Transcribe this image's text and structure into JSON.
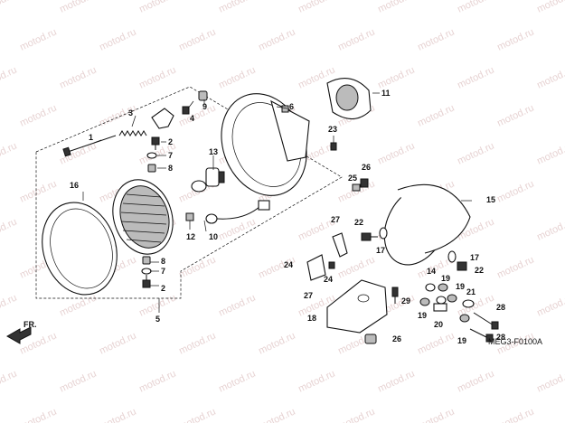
{
  "watermark": "motod.ru",
  "catalog_code": "MEG3-F0100A",
  "direction_label": "FR.",
  "callouts": [
    "1",
    "2",
    "3",
    "4",
    "5",
    "6",
    "7",
    "8",
    "9",
    "10",
    "11",
    "12",
    "13",
    "14",
    "15",
    "16",
    "17",
    "18",
    "19",
    "20",
    "21",
    "22",
    "23",
    "24",
    "25",
    "26",
    "27",
    "28",
    "29"
  ]
}
